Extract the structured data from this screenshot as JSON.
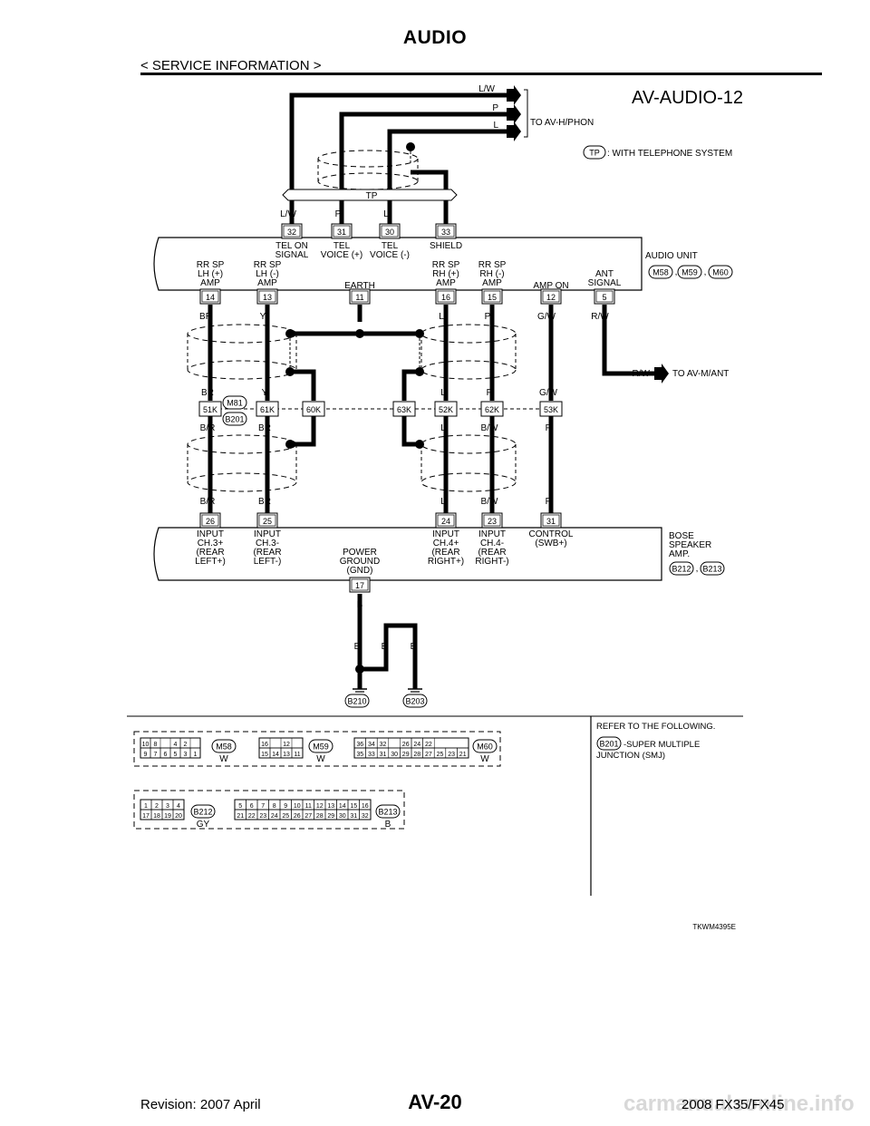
{
  "header": {
    "title": "AUDIO",
    "subtitle": "< SERVICE INFORMATION >"
  },
  "footer": {
    "revision": "Revision: 2007 April",
    "page": "AV-20",
    "model": "2008 FX35/FX45",
    "watermark": "carmanualsonline.info"
  },
  "diagram": {
    "id": "AV-AUDIO-12",
    "code": "TKWM4395E",
    "top_wires": [
      "L/W",
      "P",
      "L"
    ],
    "to_av_hphon": "TO AV-H/PHON",
    "tp_legend_badge": "TP",
    "tp_legend_text": ": WITH TELEPHONE SYSTEM",
    "tp_bar_label": "TP",
    "audio_unit_label": "AUDIO UNIT",
    "audio_unit_connectors": [
      "M58",
      "M59",
      "M60"
    ],
    "comma": ",",
    "audio_upper_pins": [
      {
        "num": "32",
        "wire": "L/W",
        "label1": "TEL ON",
        "label2": "SIGNAL"
      },
      {
        "num": "31",
        "wire": "P",
        "label1": "TEL",
        "label2": "VOICE (+)"
      },
      {
        "num": "30",
        "wire": "L",
        "label1": "TEL",
        "label2": "VOICE (-)"
      },
      {
        "num": "33",
        "wire": "",
        "label1": "SHIELD",
        "label2": ""
      }
    ],
    "audio_lower_pins": [
      {
        "num": "14",
        "wire": "BR",
        "label1": "RR SP",
        "label2": "LH (+)",
        "label3": "AMP"
      },
      {
        "num": "13",
        "wire": "Y",
        "label1": "RR SP",
        "label2": "LH (-)",
        "label3": "AMP"
      },
      {
        "num": "11",
        "wire": "",
        "label1": "EARTH",
        "label2": "",
        "label3": ""
      },
      {
        "num": "16",
        "wire": "L",
        "label1": "RR SP",
        "label2": "RH (+)",
        "label3": "AMP"
      },
      {
        "num": "15",
        "wire": "P",
        "label1": "RR SP",
        "label2": "RH (-)",
        "label3": "AMP"
      },
      {
        "num": "12",
        "wire": "G/W",
        "label1": "AMP ON",
        "label2": "",
        "label3": ""
      },
      {
        "num": "5",
        "wire": "R/W",
        "label1": "ANT",
        "label2": "SIGNAL",
        "label3": ""
      }
    ],
    "rw_label": "R/W",
    "to_av_mant": "TO AV-M/ANT",
    "smj_badges": [
      "M81",
      "B201"
    ],
    "smj_pins": [
      {
        "num": "51K",
        "up": "BR",
        "down": "B/R"
      },
      {
        "num": "61K",
        "up": "Y",
        "down": "BR"
      },
      {
        "num": "60K",
        "up": "",
        "down": ""
      },
      {
        "num": "63K",
        "up": "",
        "down": ""
      },
      {
        "num": "52K",
        "up": "L",
        "down": "L"
      },
      {
        "num": "62K",
        "up": "P",
        "down": "B/W"
      },
      {
        "num": "53K",
        "up": "G/W",
        "down": "P"
      }
    ],
    "amp_label1": "BOSE",
    "amp_label2": "SPEAKER",
    "amp_label3": "AMP.",
    "amp_connectors": [
      "B212",
      "B213"
    ],
    "amp_pins": [
      {
        "num": "26",
        "wire": "B/R",
        "label1": "INPUT",
        "label2": "CH.3+",
        "label3": "(REAR",
        "label4": "LEFT+)"
      },
      {
        "num": "25",
        "wire": "BR",
        "label1": "INPUT",
        "label2": "CH.3-",
        "label3": "(REAR",
        "label4": "LEFT-)"
      },
      {
        "num": "24",
        "wire": "L",
        "label1": "INPUT",
        "label2": "CH.4+",
        "label3": "(REAR",
        "label4": "RIGHT+)"
      },
      {
        "num": "23",
        "wire": "B/W",
        "label1": "INPUT",
        "label2": "CH.4-",
        "label3": "(REAR",
        "label4": "RIGHT-)"
      },
      {
        "num": "31",
        "wire": "P",
        "label1": "CONTROL",
        "label2": "(SWB+)",
        "label3": "",
        "label4": ""
      }
    ],
    "ground_pin": {
      "num": "17",
      "label1": "POWER",
      "label2": "GROUND",
      "label3": "(GND)",
      "wire": "B"
    },
    "ground_wires": [
      "B",
      "B",
      "B"
    ],
    "grounds": [
      "B210",
      "B203"
    ],
    "refer_text": "REFER TO THE FOLLOWING.",
    "refer_badge": "B201",
    "refer_desc1": "-SUPER MULTIPLE",
    "refer_desc2": "JUNCTION (SMJ)",
    "conn_m58": {
      "id": "M58",
      "color": "W",
      "row1": [
        "10",
        "8",
        "",
        "4",
        "2"
      ],
      "row2": [
        "9",
        "7",
        "6",
        "5",
        "3",
        "1"
      ]
    },
    "conn_m59": {
      "id": "M59",
      "color": "W",
      "row1": [
        "16",
        "",
        "12"
      ],
      "row2": [
        "15",
        "14",
        "13",
        "11"
      ]
    },
    "conn_m60": {
      "id": "M60",
      "color": "W",
      "row1": [
        "36",
        "34",
        "32",
        "",
        "26",
        "24",
        "22"
      ],
      "row2": [
        "35",
        "33",
        "31",
        "30",
        "29",
        "28",
        "27",
        "25",
        "23",
        "21"
      ]
    },
    "conn_b212": {
      "id": "B212",
      "color": "GY",
      "row1": [
        "1",
        "2",
        "3",
        "4"
      ],
      "row2": [
        "17",
        "18",
        "19",
        "20"
      ]
    },
    "conn_b213": {
      "id": "B213",
      "color": "B",
      "row1": [
        "5",
        "6",
        "7",
        "8",
        "9",
        "10",
        "11",
        "12",
        "13",
        "14",
        "15",
        "16"
      ],
      "row2": [
        "21",
        "22",
        "23",
        "24",
        "25",
        "26",
        "27",
        "28",
        "29",
        "30",
        "31",
        "32"
      ]
    }
  }
}
